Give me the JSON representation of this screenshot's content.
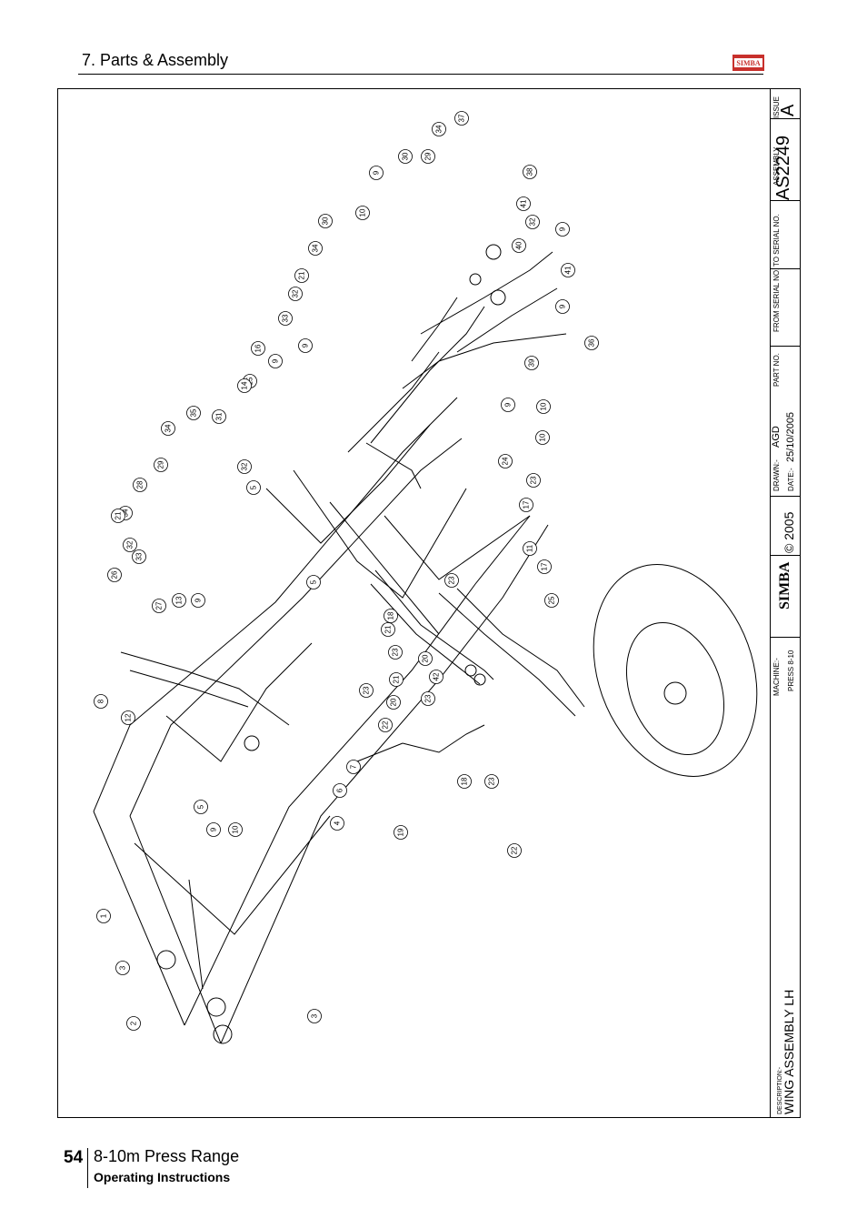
{
  "header": {
    "section_title": "7. Parts & Assembly",
    "brand": "SIMBA"
  },
  "title_block": {
    "description_label": "DESCRIPTION:-",
    "description": "WING ASSEMBLY LH",
    "machine_label": "MACHINE:-",
    "machine": "PRESS 8-10",
    "brand": "SIMBA",
    "copyright": "© 2005",
    "drawn_label": "DRAWN:-",
    "drawn": "AGD",
    "date_label": "DATE:-",
    "date": "25/10/2005",
    "part_no_label": "PART NO.",
    "from_serial_label": "FROM SERIAL NO.",
    "to_serial_label": "TO SERIAL NO.",
    "assembly_label": "ASSEMBLY",
    "assembly": "AS2249",
    "issue_label": "ISSUE",
    "issue": "A"
  },
  "callouts": [
    "37",
    "34",
    "29",
    "30",
    "9",
    "38",
    "41",
    "32",
    "40",
    "10",
    "9",
    "30",
    "34",
    "21",
    "32",
    "33",
    "9",
    "41",
    "9",
    "36",
    "16",
    "9",
    "10",
    "39",
    "15",
    "14",
    "35",
    "31",
    "34",
    "29",
    "28",
    "32",
    "5",
    "9",
    "10",
    "24",
    "23",
    "17",
    "34",
    "21",
    "32",
    "33",
    "26",
    "27",
    "13",
    "9",
    "5",
    "11",
    "17",
    "23",
    "25",
    "18",
    "21",
    "23",
    "20",
    "42",
    "21",
    "20",
    "23",
    "23",
    "8",
    "12",
    "22",
    "18",
    "23",
    "7",
    "6",
    "4",
    "5",
    "9",
    "10",
    "19",
    "22",
    "1",
    "3",
    "2",
    "3"
  ],
  "footer": {
    "page_number": "54",
    "title": "8-10m Press Range",
    "subtitle": "Operating Instructions"
  }
}
